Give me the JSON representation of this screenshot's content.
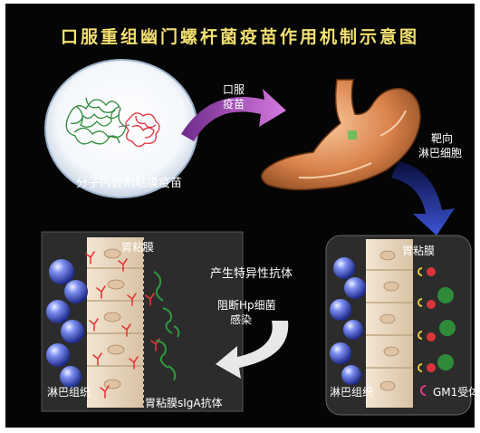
{
  "title": "口服重组幽门螺杆菌疫苗作用机制示意图",
  "labels": {
    "vaccine": "分子内佐剂粘膜疫苗",
    "oral_line1": "口服",
    "oral_line2": "疫苗",
    "target_line1": "靶向",
    "target_line2": "淋巴细胞",
    "gastric_mucosa_left": "胃粘膜",
    "gastric_mucosa_right": "胃粘膜",
    "specific_antibody": "产生特异性抗体",
    "block_line1": "阻断Hp细菌",
    "block_line2": "感染",
    "lymph_left": "淋巴组织",
    "lymph_right": "淋巴组织",
    "siga": "胃粘膜sIgA抗体",
    "gm1": "GM1受体"
  },
  "colors": {
    "background": "#050505",
    "title": "#f2e070",
    "arrow_purple": "#b657c9",
    "arrow_blue": "#3446b8",
    "arrow_white": "#e8e8e8",
    "lymphocyte": "#3346c2",
    "stomach": "#d98a4e",
    "protein_green": "#2f8a3a",
    "protein_red": "#e0303a"
  }
}
